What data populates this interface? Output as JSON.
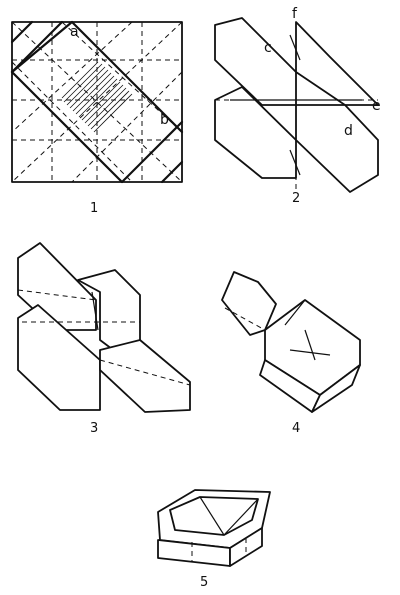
{
  "steps": [
    {
      "number": "1",
      "labels": {
        "a": "a",
        "b": "b"
      }
    },
    {
      "number": "2",
      "labels": {
        "c": "c",
        "d": "d",
        "e": "e",
        "f": "f"
      }
    },
    {
      "number": "3"
    },
    {
      "number": "4"
    },
    {
      "number": "5"
    }
  ],
  "colors": {
    "ink": "#111111",
    "paper": "#ffffff"
  }
}
